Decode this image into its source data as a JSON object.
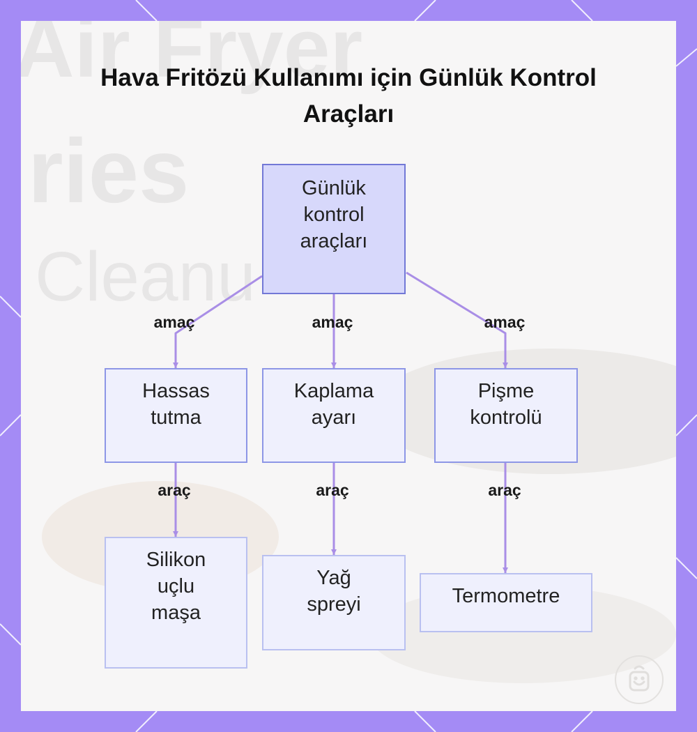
{
  "title": "Hava Fritözü Kullanımı için Günlük Kontrol Araçları",
  "background_text": [
    "Air Fryer",
    "ries",
    "Cleanu"
  ],
  "colors": {
    "frame": "#a48bf5",
    "panel": "#f7f6f6",
    "connector": "#a98ee6",
    "root_fill": "#d7d8fb",
    "root_border": "#7278d6",
    "mid_fill": "#eff0fd",
    "mid_border": "#8d96e6",
    "leaf_border": "#b9c0f0"
  },
  "diagram": {
    "root": {
      "label_lines": [
        "Günlük",
        "kontrol",
        "araçları"
      ]
    },
    "branches": [
      {
        "edge_label": "amaç",
        "label_lines": [
          "Hassas",
          "tutma"
        ],
        "tool_edge_label": "araç",
        "tool_lines": [
          "Silikon",
          "uçlu",
          "maşa"
        ]
      },
      {
        "edge_label": "amaç",
        "label_lines": [
          "Kaplama",
          "ayarı"
        ],
        "tool_edge_label": "araç",
        "tool_lines": [
          "Yağ",
          "spreyi"
        ]
      },
      {
        "edge_label": "amaç",
        "label_lines": [
          "Pişme",
          "kontrolü"
        ],
        "tool_edge_label": "araç",
        "tool_lines": [
          "Termometre"
        ]
      }
    ]
  },
  "logo_icon": "smiling-pot-logo-icon"
}
